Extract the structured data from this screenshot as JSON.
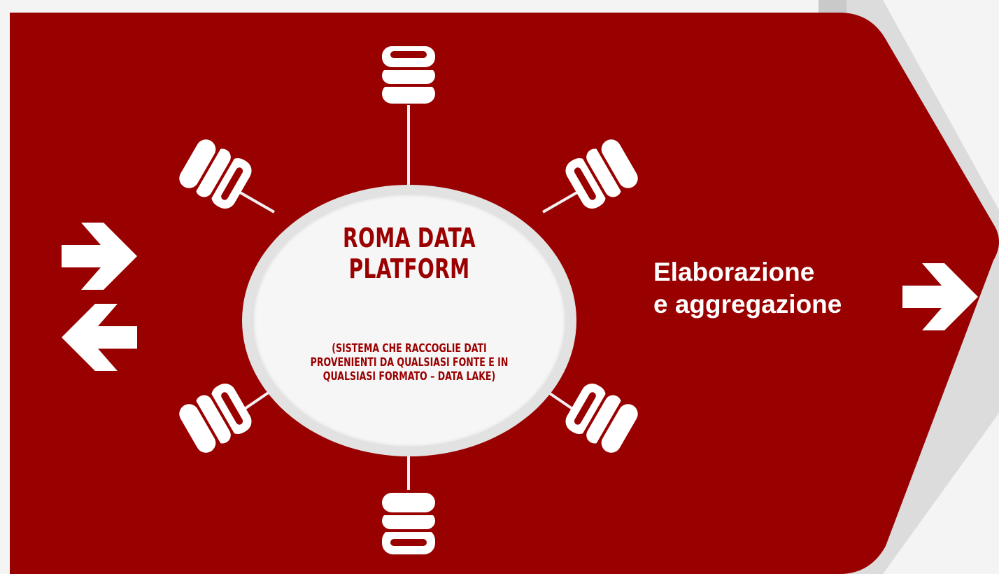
{
  "hub": {
    "title_line1": "Roma Data",
    "title_line2": "Platform",
    "subtitle_line1": "(sistema che raccoglie dati",
    "subtitle_line2": "provenienti da qualsiasi fonte e in",
    "subtitle_line3": "qualsiasi formato – data lake)"
  },
  "step_label": {
    "line1": "Elaborazione",
    "line2": "e aggregazione"
  },
  "colors": {
    "primary": "#990000",
    "background": "#f4f4f4",
    "circle_fill": "#f6f6f6",
    "circle_ring": "#e2e2e2",
    "icon": "#ffffff"
  },
  "icons": {
    "left_top": "arrow-right-icon",
    "left_bottom": "arrow-left-icon",
    "right": "arrow-right-icon",
    "satellites": "database-icon"
  }
}
